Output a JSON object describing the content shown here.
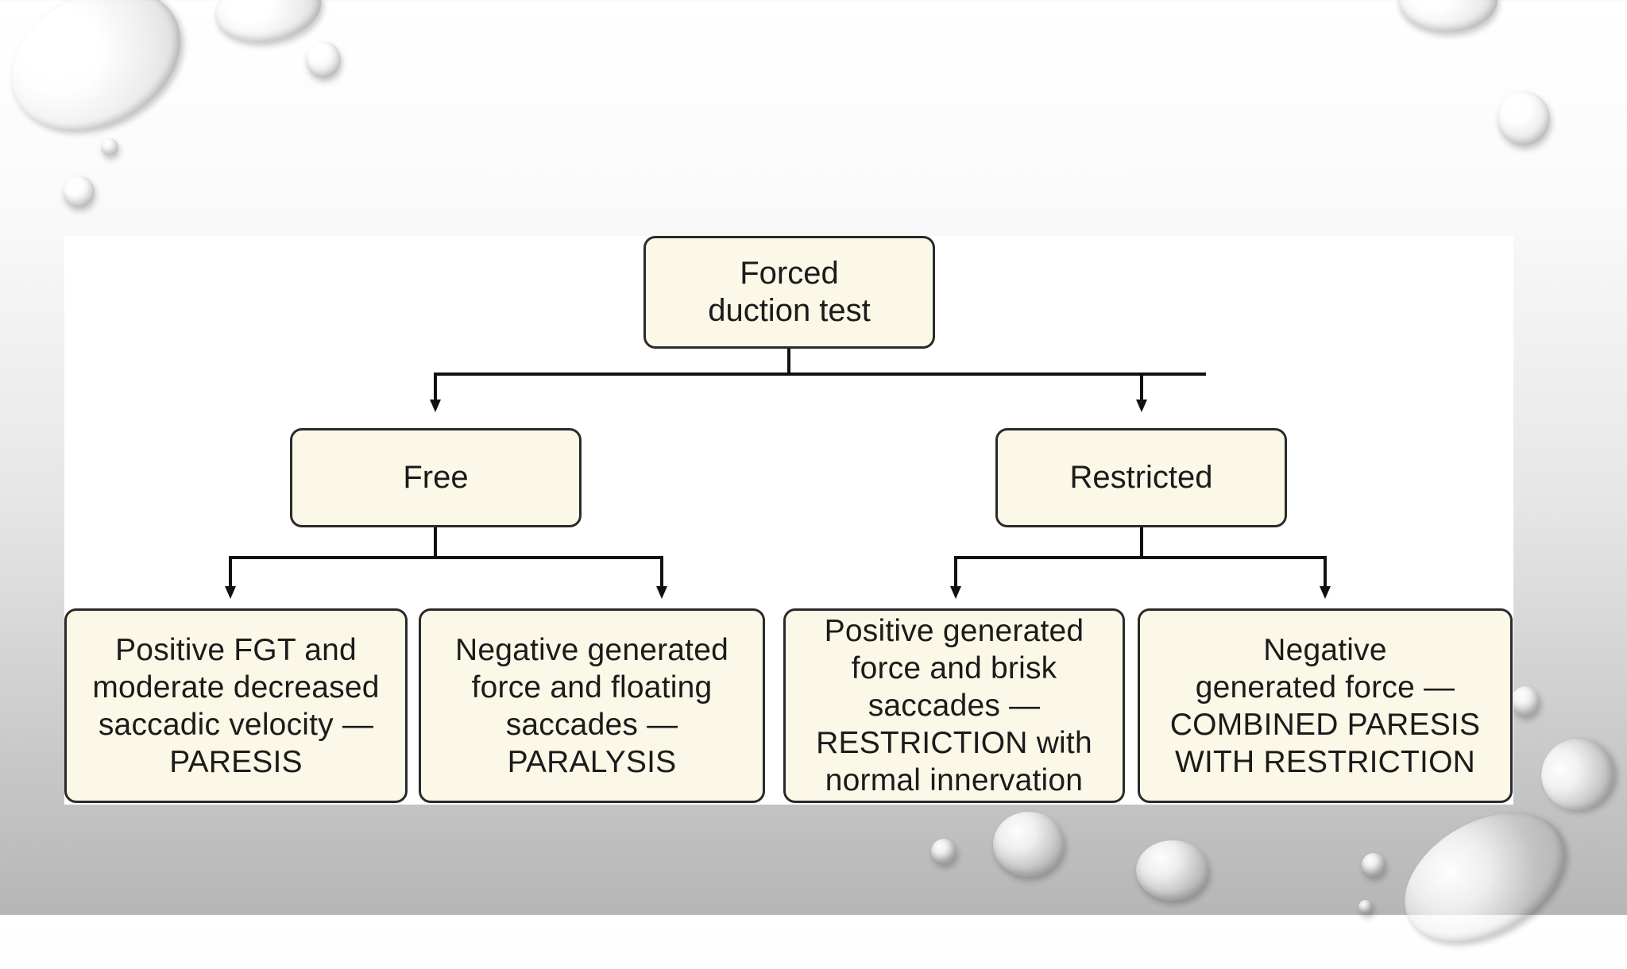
{
  "diagram": {
    "root": "Forced\nduction test",
    "branches": [
      {
        "label": "Free",
        "outcomes": [
          "Positive FGT and\nmoderate decreased\nsaccadic velocity —\nPARESIS",
          "Negative generated\nforce and floating\nsaccades —\nPARALYSIS"
        ]
      },
      {
        "label": "Restricted",
        "outcomes": [
          "Positive generated\nforce and brisk\nsaccades —\nRESTRICTION with\nnormal innervation",
          "Negative\ngenerated force —\nCOMBINED PARESIS\nWITH RESTRICTION"
        ]
      }
    ]
  },
  "colors": {
    "box_fill": "#fbf8e8",
    "box_border": "#2a2a2a",
    "connector": "#111111",
    "panel": "#ffffff"
  }
}
